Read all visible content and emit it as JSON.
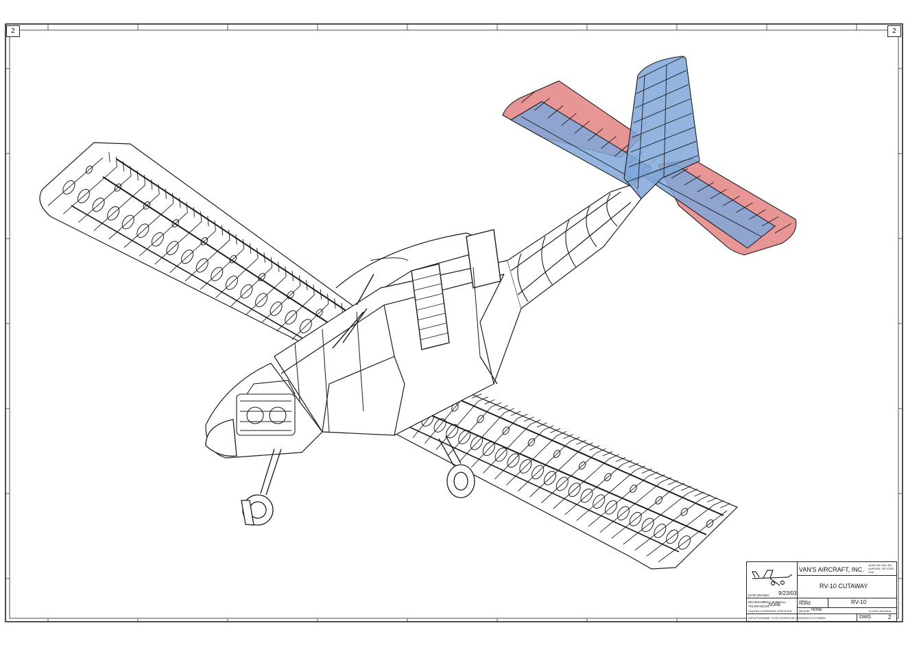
{
  "sheet": {
    "sheet_number_left": "2",
    "sheet_number_right": "2"
  },
  "title_block": {
    "company": "VAN'S AIRCRAFT, INC.",
    "company_address": "14401 NE KEIL RD. AURORA, OR 97002 USA",
    "drawing_title": "RV-10 CUTAWAY",
    "date_drawn_label": "DATE DRAWN:",
    "date_drawn": "9/23/03",
    "drawn_by_label": "DRAWN BY:",
    "drawn_by": "PHILLIP BIHALL",
    "tolerances_label": "TOLERANCES:",
    "tolerances": "NONE",
    "unless_note": "UNLESS OTHERWISE SPECIFIED",
    "units_label": "UNITS:",
    "units": "NONE",
    "model": "RV-10",
    "scale_label": "SCALE:",
    "scale": "NONE",
    "size_note": "D-SIZE ORIGINAL",
    "path_label": "PATH/FILENAME:",
    "path": "G:\\RV-10\\SPECIAL DWGS\\RV10-CUTAWAY",
    "dwg_label": "DWG",
    "dwg_number": "2"
  },
  "colors": {
    "control_surface_highlight": "#e48a8a",
    "stabilizer_highlight": "#7fa7d8",
    "line_art": "#1a1a1a"
  }
}
